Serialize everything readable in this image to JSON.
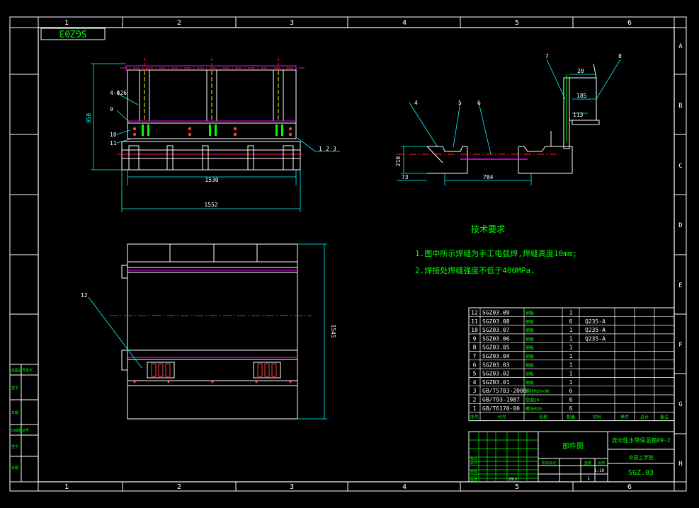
{
  "frame": {
    "columns_top": [
      "1",
      "2",
      "3",
      "4",
      "5",
      "6"
    ],
    "columns_bottom": [
      "1",
      "2",
      "3",
      "4",
      "5",
      "6"
    ],
    "rows_right": [
      "A",
      "B",
      "C",
      "D",
      "E",
      "F",
      "G",
      "H"
    ]
  },
  "stamp": "SGZ03",
  "front_view": {
    "dim_height": "950",
    "dim_width_inner": "1530",
    "dim_width_outer": "1552",
    "callout_holes": "4-Φ26",
    "callouts_left": [
      "9",
      "10",
      "11"
    ],
    "callouts_right": [
      "1",
      "2",
      "3"
    ]
  },
  "side_view": {
    "callouts": [
      "4",
      "5",
      "6",
      "7",
      "8"
    ],
    "dims": [
      "20",
      "185",
      "113",
      "210",
      "73",
      "784"
    ]
  },
  "plan_view": {
    "dim_height": "1545",
    "callout": "12"
  },
  "tech": {
    "title": "技术要求",
    "line1": "1.图中所示焊缝为手工电弧焊,焊缝高度10mm;",
    "line2": "2.焊接处焊缝强度不低于400MPa."
  },
  "bom": {
    "rows": [
      {
        "no": "12",
        "code": "SGZ03.09",
        "name": "钢板",
        "qty": "1",
        "mat": ""
      },
      {
        "no": "11",
        "code": "SGZ03.08",
        "name": "钢板",
        "qty": "6",
        "mat": "Q235-A"
      },
      {
        "no": "10",
        "code": "SGZ03.07",
        "name": "钢板",
        "qty": "1",
        "mat": "Q235-A"
      },
      {
        "no": "9",
        "code": "SGZ03.06",
        "name": "钢板",
        "qty": "1",
        "mat": "Q235-A"
      },
      {
        "no": "8",
        "code": "SGZ03.05",
        "name": "钢板",
        "qty": "1",
        "mat": ""
      },
      {
        "no": "7",
        "code": "SGZ03.04",
        "name": "钢板",
        "qty": "1",
        "mat": ""
      },
      {
        "no": "6",
        "code": "SGZ03.03",
        "name": "钢板",
        "qty": "1",
        "mat": ""
      },
      {
        "no": "5",
        "code": "SGZ03.02",
        "name": "钢板",
        "qty": "1",
        "mat": ""
      },
      {
        "no": "4",
        "code": "SGZ03.01",
        "name": "钢板",
        "qty": "1",
        "mat": ""
      },
      {
        "no": "3",
        "code": "GB/T5783-2000",
        "name": "螺栓M20×90",
        "qty": "6",
        "mat": ""
      },
      {
        "no": "2",
        "code": "GB/T93-1987",
        "name": "垫圈20",
        "qty": "6",
        "mat": ""
      },
      {
        "no": "1",
        "code": "GB/T6170-00",
        "name": "螺母M20",
        "qty": "6",
        "mat": ""
      }
    ],
    "header": [
      "序号",
      "代号",
      "名称",
      "数量",
      "材料",
      "单件",
      "总计",
      "备注"
    ]
  },
  "titleblock": {
    "assembly_name": "部件图",
    "project_name": "流动性水带保温箱09-2",
    "unit": "中原工学院",
    "drawing_no": "SGZ.03",
    "scale": "1:10",
    "sheets": "1",
    "year": "2013",
    "stage_label": "阶段标记",
    "weight_label": "重量",
    "scale_label": "比例",
    "left_labels": [
      "标记",
      "设计",
      "审核",
      "工艺",
      "批准"
    ]
  },
  "side_strip": {
    "labels": [
      "底图总号签字",
      "签字",
      "日期",
      "旧底图总号",
      "签字",
      "日期"
    ]
  },
  "colors": {
    "frame": "#ffffff",
    "green": "#00ff00",
    "magenta": "#ff00ff",
    "red": "#ff2020",
    "cyan": "#00ffff",
    "yellow": "#ffff00"
  }
}
